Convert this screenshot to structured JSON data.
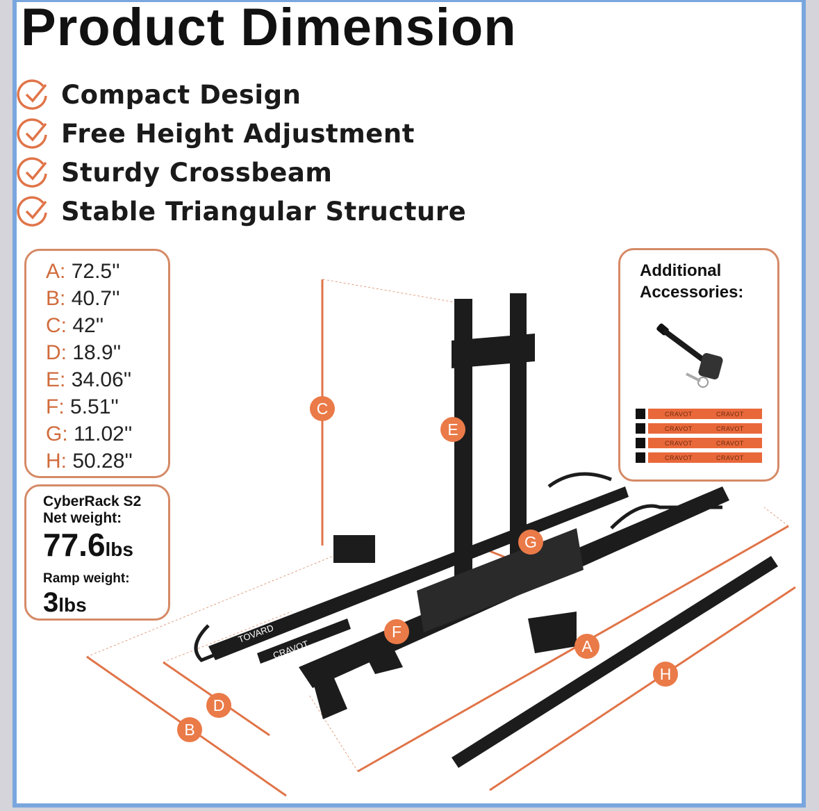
{
  "title": "Product Dimension",
  "features": [
    "Compact Design",
    "Free Height Adjustment",
    "Sturdy Crossbeam",
    "Stable Triangular Structure"
  ],
  "dimensions": [
    {
      "key": "A:",
      "value": "72.5''"
    },
    {
      "key": "B:",
      "value": "40.7''"
    },
    {
      "key": "C:",
      "value": "42''"
    },
    {
      "key": "D:",
      "value": "18.9''"
    },
    {
      "key": "E:",
      "value": "34.06''"
    },
    {
      "key": "F:",
      "value": "5.51''"
    },
    {
      "key": "G:",
      "value": "11.02''"
    },
    {
      "key": "H:",
      "value": "50.28''"
    }
  ],
  "weight": {
    "model": "CyberRack S2",
    "net_label": "Net weight:",
    "net_value": "77.6",
    "net_unit": "lbs",
    "ramp_label": "Ramp weight:",
    "ramp_value": "3",
    "ramp_unit": "lbs"
  },
  "accessories": {
    "title_line1": "Additional",
    "title_line2": "Accessories:",
    "strap_text": "CRAVOT"
  },
  "rack_labels": {
    "brand": "CRAVOT",
    "brand2": "TOVARD"
  },
  "badges": [
    "A",
    "B",
    "C",
    "D",
    "E",
    "F",
    "G",
    "H"
  ],
  "colors": {
    "accent": "#ea7a48",
    "border": "#d58a66",
    "frame": "#7aa6de"
  }
}
